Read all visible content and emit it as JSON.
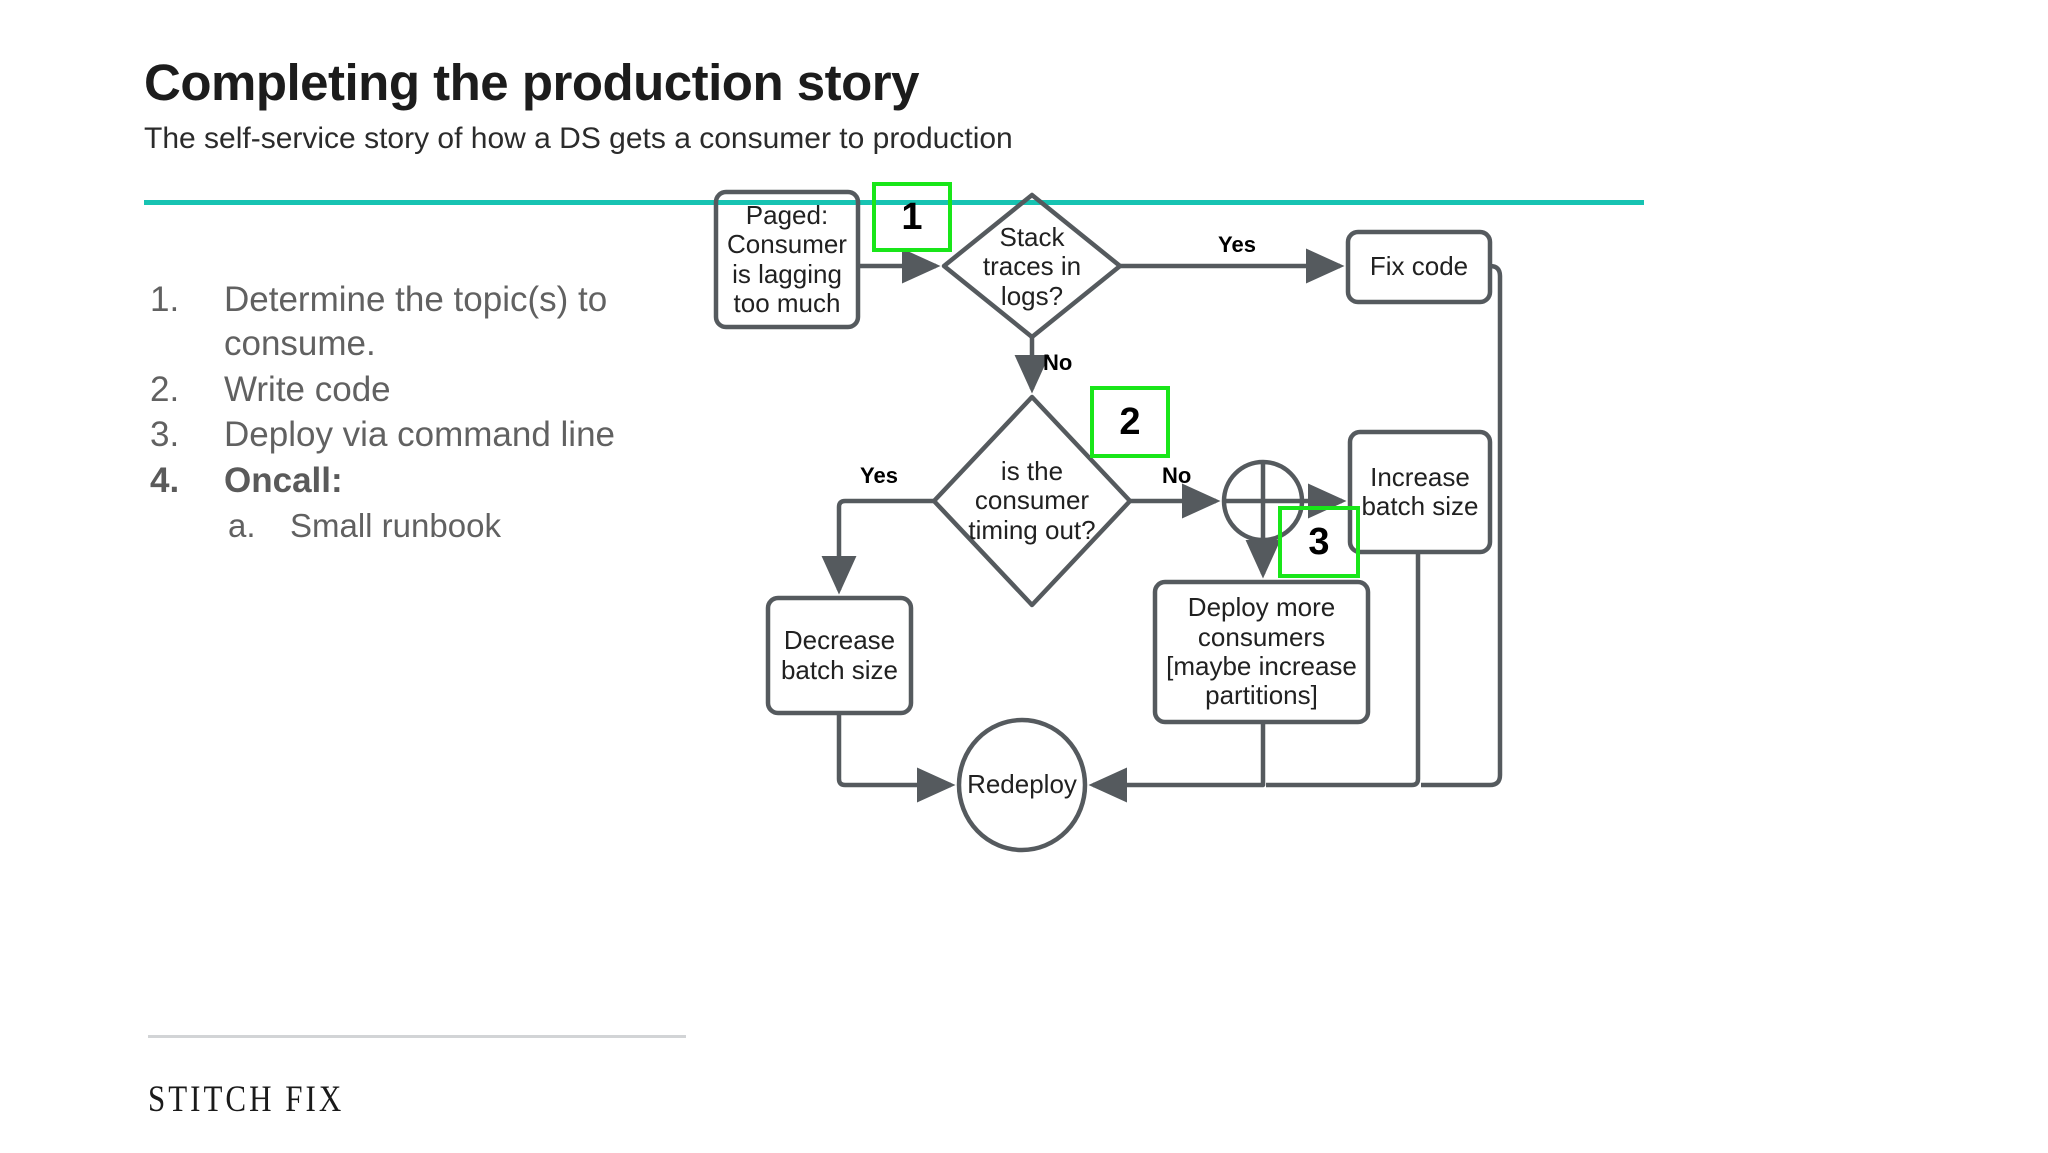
{
  "header": {
    "title": "Completing the production story",
    "subtitle": "The self-service story of how a DS gets a consumer to production",
    "accent_color": "#17c3b2"
  },
  "steps": [
    {
      "marker": "1.",
      "text": "Determine the topic(s) to consume.",
      "bold": false,
      "sub": false
    },
    {
      "marker": "2.",
      "text": "Write code",
      "bold": false,
      "sub": false
    },
    {
      "marker": "3.",
      "text": "Deploy via command line",
      "bold": false,
      "sub": false
    },
    {
      "marker": "4.",
      "text": "Oncall:",
      "bold": true,
      "sub": false
    },
    {
      "marker": "a.",
      "text": "Small runbook",
      "bold": false,
      "sub": true
    }
  ],
  "footer": {
    "brand": "STITCH FIX"
  },
  "flowchart": {
    "nodes": {
      "paged": "Paged: Consumer is lagging too much",
      "stack_traces": "Stack traces in logs?",
      "fix_code": "Fix code",
      "timing_out": "is the consumer timing out?",
      "decrease_batch": "Decrease batch size",
      "increase_batch": "Increase batch size",
      "deploy_more": "Deploy more consumers [maybe increase partitions]",
      "redeploy": "Redeploy",
      "junction": "junction-node"
    },
    "edge_labels": {
      "stack_yes": "Yes",
      "stack_no": "No",
      "timing_yes": "Yes",
      "timing_no": "No"
    },
    "badges": [
      {
        "id": "badge-1",
        "label": "1"
      },
      {
        "id": "badge-2",
        "label": "2"
      },
      {
        "id": "badge-3",
        "label": "3"
      }
    ],
    "badge_color": "#19e619",
    "line_color": "#555a5e"
  }
}
